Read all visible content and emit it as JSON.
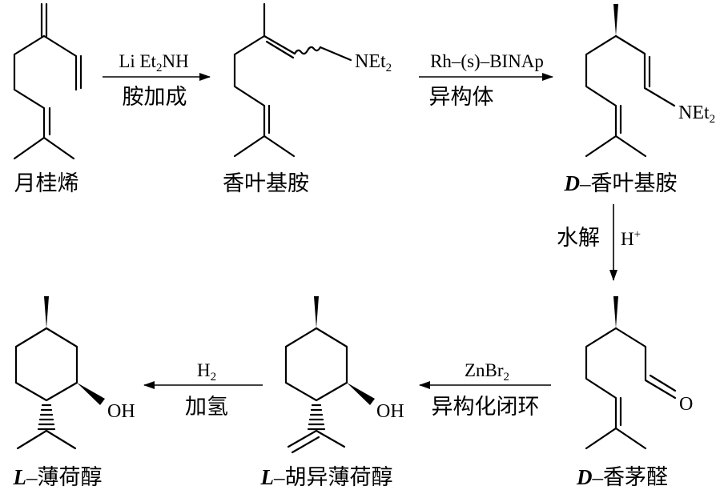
{
  "scheme_title": "",
  "colors": {
    "ink": "#000000",
    "background": "#ffffff"
  },
  "compounds": {
    "myrcene": {
      "name": "月桂烯"
    },
    "geranylamine": {
      "name": "香叶基胺",
      "group": "NEt",
      "group_sub": "2"
    },
    "d_geranylamine": {
      "prefix": "D",
      "dash": "–",
      "name": "香叶基胺",
      "group": "NEt",
      "group_sub": "2"
    },
    "d_citronellal": {
      "prefix": "D",
      "dash": "–",
      "name": "香茅醛",
      "oxygen": "O"
    },
    "l_isopulegol": {
      "prefix": "L",
      "dash": "–",
      "name": "胡异薄荷醇",
      "group": "OH"
    },
    "l_menthol": {
      "prefix": "L",
      "dash": "–",
      "name": "薄荷醇",
      "group": "OH"
    }
  },
  "reactions": [
    {
      "reagent_parts": [
        "Li Et",
        "2",
        "NH"
      ],
      "condition": "胺加成"
    },
    {
      "reagent_parts": [
        "Rh–(s)–BINAp"
      ],
      "condition": "异构体"
    },
    {
      "reagent_parts": [
        "H",
        "+"
      ],
      "condition": "水解"
    },
    {
      "reagent_parts": [
        "ZnBr",
        "2"
      ],
      "condition": "异构化闭环"
    },
    {
      "reagent_parts": [
        "H",
        "2"
      ],
      "condition": "加氢"
    }
  ]
}
